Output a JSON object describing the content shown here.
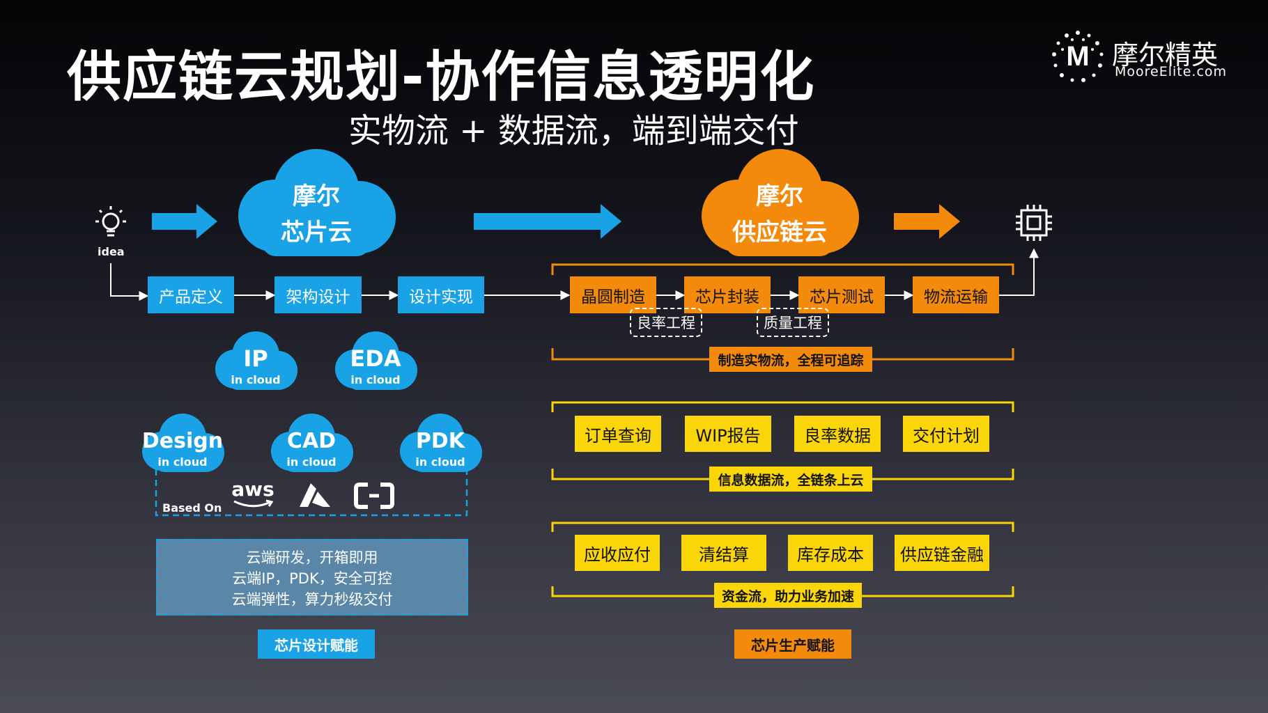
{
  "header": {
    "title": "供应链云规划-协作信息透明化",
    "subtitle": "实物流 + 数据流，端到端交付"
  },
  "logo": {
    "cn": "摩尔精英",
    "en": "MooreElite.com",
    "mark": "M"
  },
  "flow": {
    "idea_label": "idea",
    "chip_cloud": {
      "line1": "摩尔",
      "line2": "芯片云"
    },
    "supply_cloud": {
      "line1": "摩尔",
      "line2": "供应链云"
    },
    "design_steps": [
      "产品定义",
      "架构设计",
      "设计实现"
    ],
    "mfg_steps": [
      "晶圆制造",
      "芯片封装",
      "芯片测试",
      "物流运输"
    ],
    "engineering_labels": [
      "良率工程",
      "质量工程"
    ],
    "mfg_caption": "制造实物流，全程可追踪"
  },
  "design_clouds": [
    {
      "title": "IP",
      "sub": "in cloud"
    },
    {
      "title": "EDA",
      "sub": "in cloud"
    },
    {
      "title": "Design",
      "sub": "in cloud"
    },
    {
      "title": "CAD",
      "sub": "in cloud"
    },
    {
      "title": "PDK",
      "sub": "in cloud"
    }
  ],
  "based_on": {
    "label": "Based On",
    "aws": "aws"
  },
  "design_note": [
    "云端研发，开箱即用",
    "云端IP，PDK，安全可控",
    "云端弹性，算力秒级交付"
  ],
  "design_caption": "芯片设计赋能",
  "info_group": {
    "items": [
      "订单查询",
      "WIP报告",
      "良率数据",
      "交付计划"
    ],
    "caption": "信息数据流，全链条上云"
  },
  "fund_group": {
    "items": [
      "应收应付",
      "清结算",
      "库存成本",
      "供应链金融"
    ],
    "caption": "资金流，助力业务加速"
  },
  "production_caption": "芯片生产赋能",
  "colors": {
    "blue": "#19a3e6",
    "orange": "#f48a0c",
    "yellow": "#fad608"
  }
}
